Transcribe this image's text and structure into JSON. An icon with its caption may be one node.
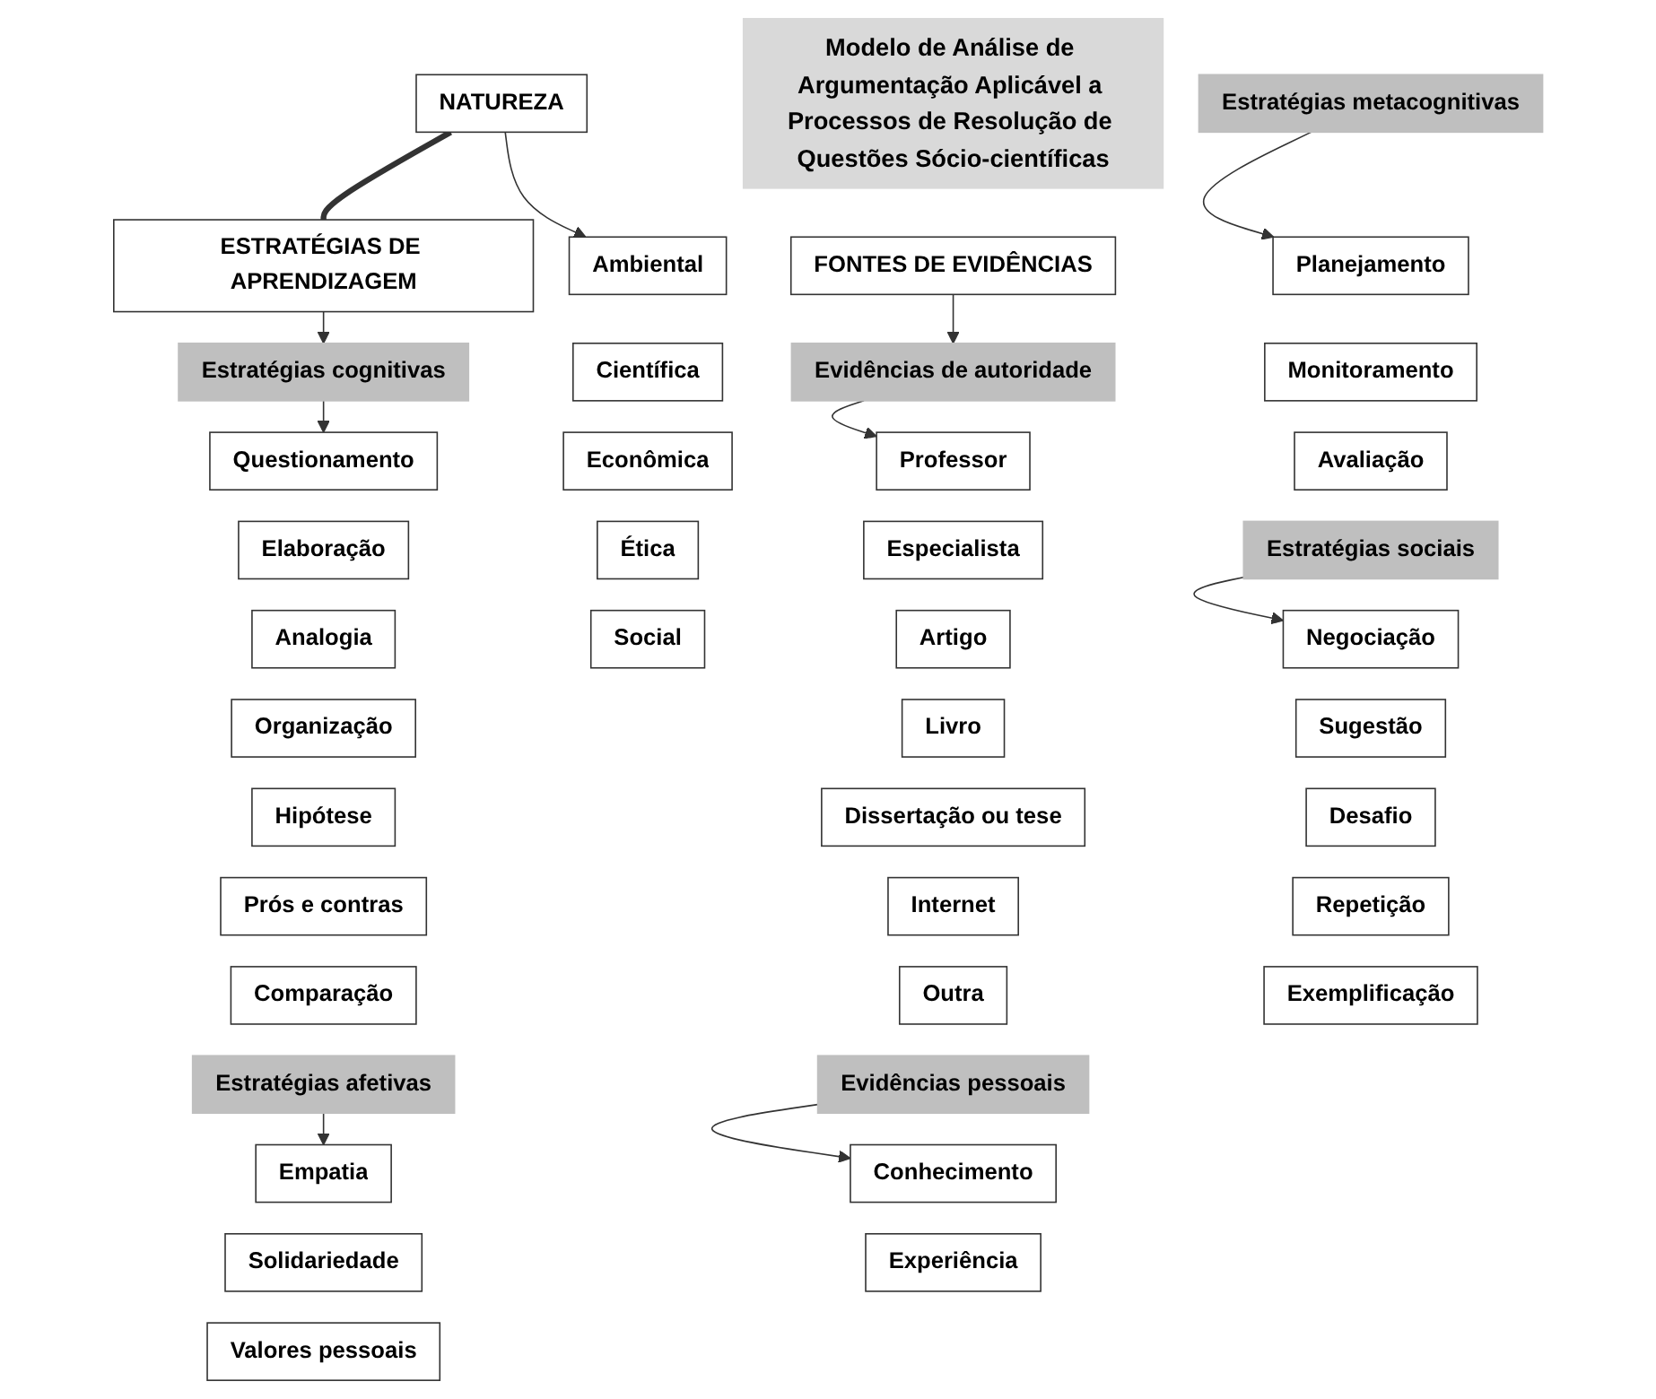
{
  "diagram": {
    "nodes": [
      {
        "text": [
          "Modelo de Análise de Argumentação Aplicável a Processos de Resolução de Questões Sócio-científicas"
        ]
      },
      {
        "text": [
          "NATUREZA"
        ]
      },
      {
        "text": [
          "FONTES DE EVIDÊNCIAS"
        ]
      },
      {
        "text": [
          "ESTRATÉGIAS DE APRENDIZAGEM"
        ]
      },
      {
        "text": [
          "Ambiental"
        ]
      },
      {
        "text": [
          "Científica"
        ]
      },
      {
        "text": [
          "Econômica"
        ]
      },
      {
        "text": [
          "Ética"
        ]
      },
      {
        "text": [
          "Social"
        ]
      },
      {
        "text": [
          "Evidências de autoridade"
        ]
      },
      {
        "text": [
          "Professor"
        ]
      },
      {
        "text": [
          "Especialista"
        ]
      },
      {
        "text": [
          "Artigo"
        ]
      },
      {
        "text": [
          "Livro"
        ]
      },
      {
        "text": [
          "Dissertação ou tese"
        ]
      },
      {
        "text": [
          "Internet"
        ]
      },
      {
        "text": [
          "Outra"
        ]
      },
      {
        "text": [
          "Evidências pessoais"
        ]
      },
      {
        "text": [
          "Conhecimento"
        ]
      },
      {
        "text": [
          "Experiência"
        ]
      },
      {
        "text": [
          "Estratégias cognitivas"
        ]
      },
      {
        "text": [
          "Questionamento"
        ]
      },
      {
        "text": [
          "Elaboração"
        ]
      },
      {
        "text": [
          "Analogia"
        ]
      },
      {
        "text": [
          "Organização"
        ]
      },
      {
        "text": [
          "Hipótese"
        ]
      },
      {
        "text": [
          "Prós e contras"
        ]
      },
      {
        "text": [
          "Comparação"
        ]
      },
      {
        "text": [
          "Estratégias afetivas"
        ]
      },
      {
        "text": [
          "Empatia"
        ]
      },
      {
        "text": [
          "Solidariedade"
        ]
      },
      {
        "text": [
          "Valores pessoais"
        ]
      },
      {
        "text": [
          "Estratégias metacognitivas"
        ]
      },
      {
        "text": [
          "Planejamento"
        ]
      },
      {
        "text": [
          "Monitoramento"
        ]
      },
      {
        "text": [
          "Avaliação"
        ]
      },
      {
        "text": [
          "Estratégias sociais"
        ]
      },
      {
        "text": [
          "Negociação"
        ]
      },
      {
        "text": [
          "Sugestão"
        ]
      },
      {
        "text": [
          "Desafio"
        ]
      },
      {
        "text": [
          "Repetição"
        ]
      },
      {
        "text": [
          "Exemplificação"
        ]
      }
    ],
    "edges": [
      {
        "from": 1,
        "to": 3,
        "arrow": "none",
        "style": "thick"
      },
      {
        "from": 1,
        "to": 4,
        "arrow": "to"
      },
      {
        "from": 2,
        "to": 9,
        "arrow": "to"
      },
      {
        "from": 3,
        "to": 20,
        "arrow": "to"
      },
      {
        "from": 9,
        "to": 10,
        "arrow": "to"
      },
      {
        "from": 17,
        "to": 18,
        "arrow": "to"
      },
      {
        "from": 20,
        "to": 21,
        "arrow": "to"
      },
      {
        "from": 28,
        "to": 29,
        "arrow": "to"
      },
      {
        "from": 32,
        "to": 33,
        "arrow": "to"
      },
      {
        "from": 36,
        "to": 37,
        "arrow": "to"
      }
    ]
  }
}
